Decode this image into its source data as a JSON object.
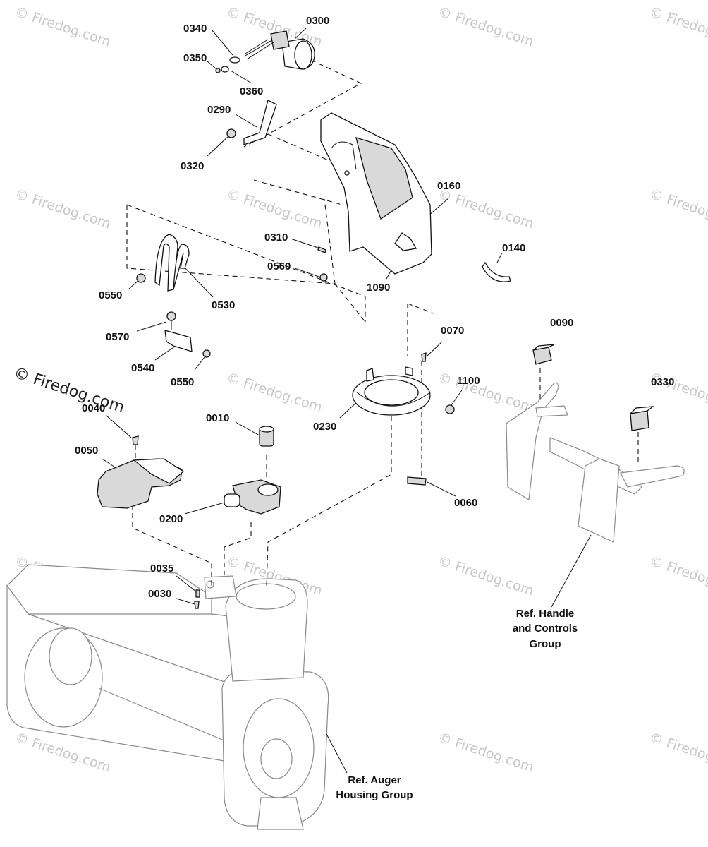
{
  "watermark": {
    "text": "© Firedog.com"
  },
  "parts": [
    {
      "id": "0300",
      "label": "0300"
    },
    {
      "id": "0340",
      "label": "0340"
    },
    {
      "id": "0350",
      "label": "0350"
    },
    {
      "id": "0360",
      "label": "0360"
    },
    {
      "id": "0290",
      "label": "0290"
    },
    {
      "id": "0320",
      "label": "0320"
    },
    {
      "id": "0160",
      "label": "0160"
    },
    {
      "id": "0310",
      "label": "0310"
    },
    {
      "id": "0560",
      "label": "0560"
    },
    {
      "id": "1090",
      "label": "1090"
    },
    {
      "id": "0140",
      "label": "0140"
    },
    {
      "id": "0550a",
      "label": "0550"
    },
    {
      "id": "0530",
      "label": "0530"
    },
    {
      "id": "0570",
      "label": "0570"
    },
    {
      "id": "0540",
      "label": "0540"
    },
    {
      "id": "0550b",
      "label": "0550"
    },
    {
      "id": "0070",
      "label": "0070"
    },
    {
      "id": "0090",
      "label": "0090"
    },
    {
      "id": "1100",
      "label": "1100"
    },
    {
      "id": "0230",
      "label": "0230"
    },
    {
      "id": "0330",
      "label": "0330"
    },
    {
      "id": "0040",
      "label": "0040"
    },
    {
      "id": "0010",
      "label": "0010"
    },
    {
      "id": "0050",
      "label": "0050"
    },
    {
      "id": "0200",
      "label": "0200"
    },
    {
      "id": "0060",
      "label": "0060"
    },
    {
      "id": "0035",
      "label": "0035"
    },
    {
      "id": "0030",
      "label": "0030"
    }
  ],
  "references": {
    "handle": [
      "Ref. Handle",
      "and Controls",
      "Group"
    ],
    "auger": [
      "Ref. Auger",
      "Housing Group"
    ]
  }
}
